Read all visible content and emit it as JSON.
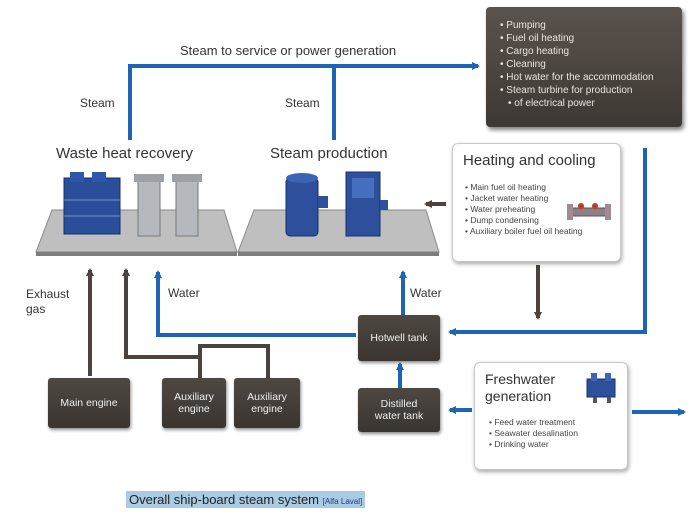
{
  "diagram": {
    "top_flow_label": "Steam to service or power generation",
    "steam_left": "Steam",
    "steam_mid": "Steam",
    "waste_heat_title": "Waste heat recovery",
    "steam_production_title": "Steam production",
    "service_items": [
      "Pumping",
      "Fuel oil heating",
      "Cargo heating",
      "Cleaning",
      "Hot water for the accommodation",
      "Steam turbine for production",
      "of electrical power"
    ],
    "heating_cooling": {
      "title": "Heating and cooling",
      "items": [
        "Main fuel oil heating",
        "Jacket water heating",
        "Water preheating",
        "Dump condensing",
        "Auxiliary boiler fuel oil heating"
      ]
    },
    "exhaust_label": "Exhaust\ngas",
    "water_left": "Water",
    "water_right": "Water",
    "hotwell": "Hotwell tank",
    "distilled": "Distilled\nwater tank",
    "main_engine": "Main engine",
    "aux_engine_1": "Auxiliary\nengine",
    "aux_engine_2": "Auxiliary\nengine",
    "freshwater": {
      "title": "Freshwater\ngeneration",
      "items": [
        "Feed water treatment",
        "Seawater desalination",
        "Drinking water"
      ]
    },
    "caption": "Overall ship-board steam system",
    "caption_source": "[Alfa Laval]",
    "colors": {
      "steam_line": "#1e64b4",
      "water_line": "#1e64b4",
      "exhaust_line": "#4a433e",
      "box_dark": "#403a35"
    }
  }
}
